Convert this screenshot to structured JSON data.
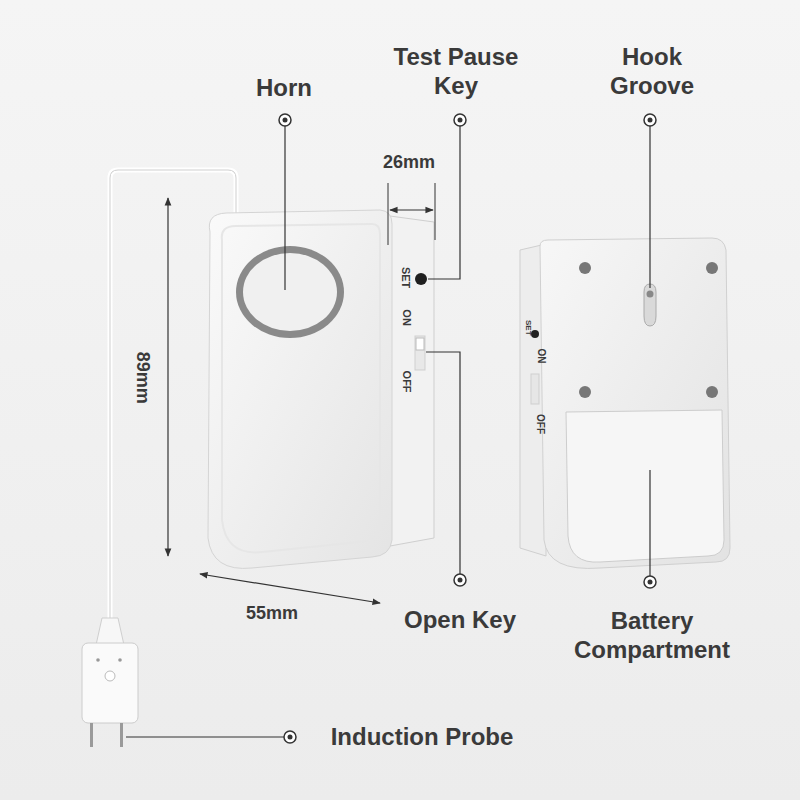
{
  "diagram": {
    "labels": [
      "Horn",
      "Test Pause Key",
      "Hook Groove",
      "26mm",
      "89mm",
      "SET",
      "ON",
      "OFF",
      "55mm",
      "Open Key",
      "Battery Compartment",
      "Induction Probe",
      "SET",
      "ON",
      "OFF"
    ]
  }
}
